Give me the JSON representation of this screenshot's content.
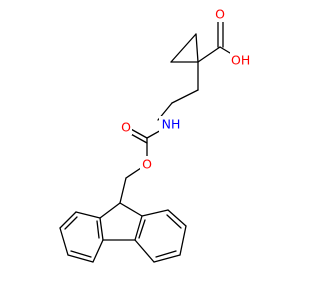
{
  "molecule": {
    "atoms": [
      {
        "id": "o_carbonyl_acid",
        "label": "O",
        "color": "#ff0000"
      },
      {
        "id": "oh_acid",
        "label": "OH",
        "color": "#ff0000"
      },
      {
        "id": "nh",
        "label": "NH",
        "color": "#0000ff"
      },
      {
        "id": "o_carbonyl_carbamate",
        "label": "O",
        "color": "#ff0000"
      },
      {
        "id": "o_ester",
        "label": "O",
        "color": "#ff0000"
      }
    ]
  }
}
